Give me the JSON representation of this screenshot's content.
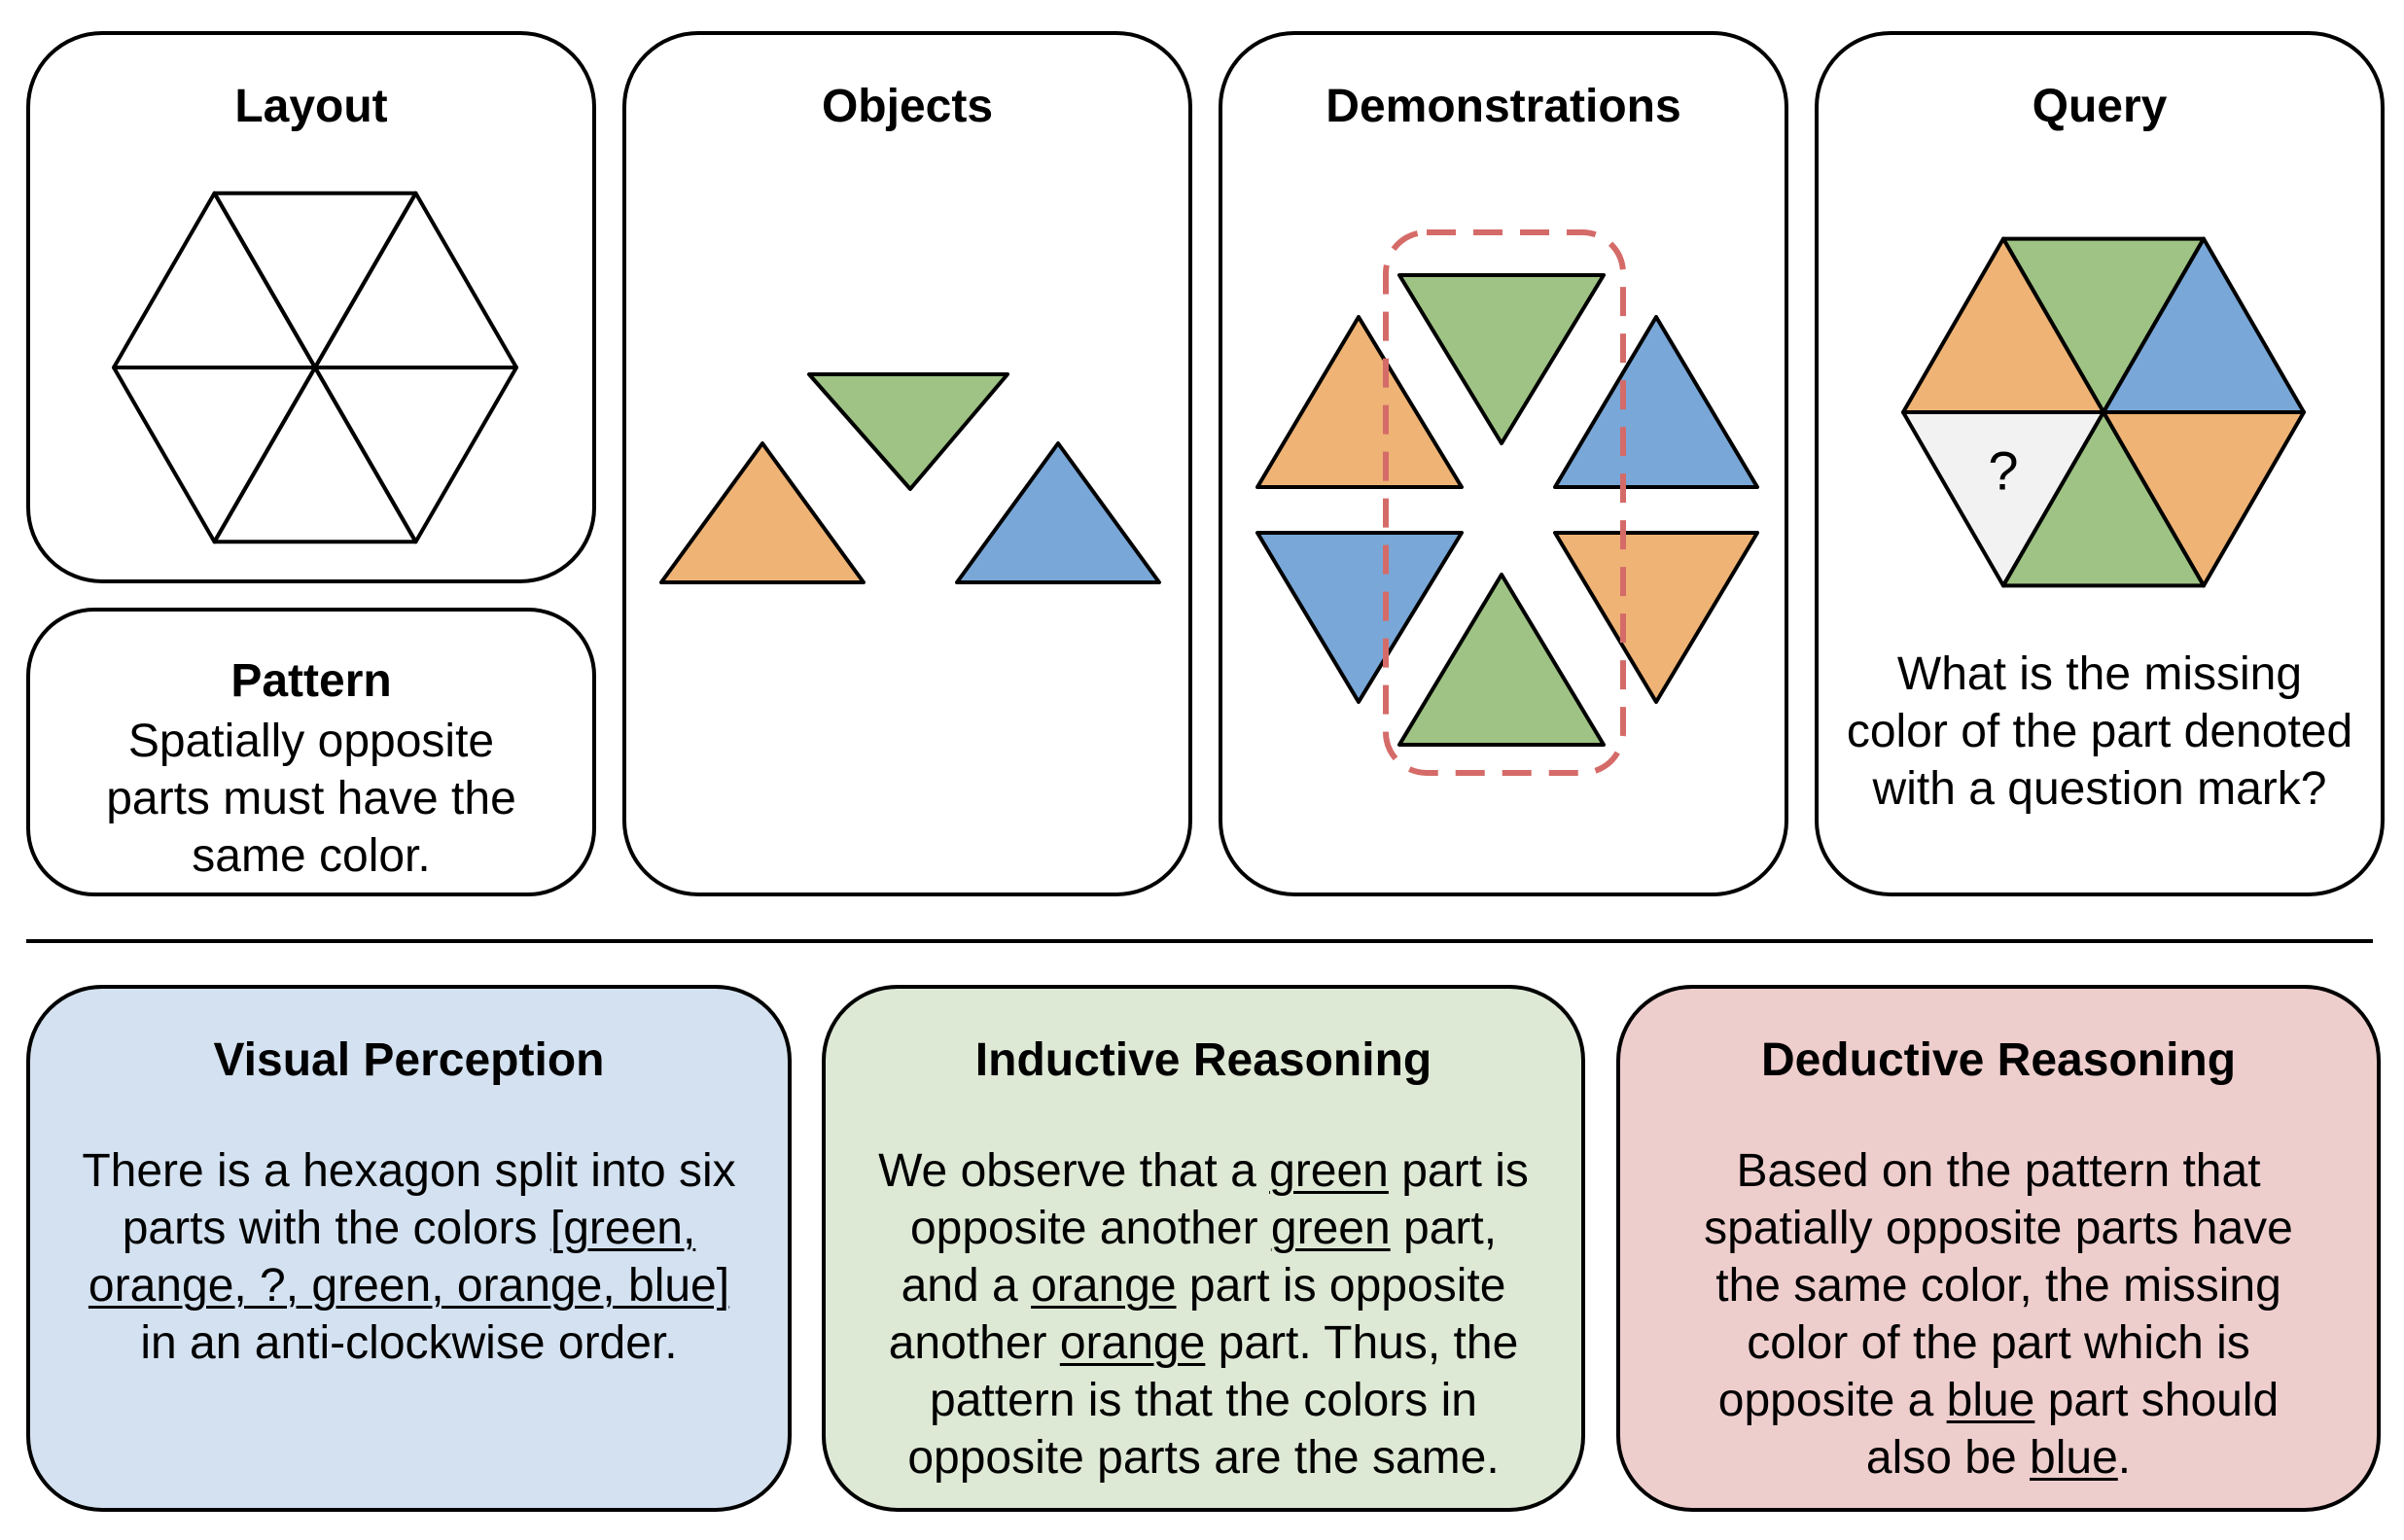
{
  "colors": {
    "green": "#9ec384",
    "orange": "#eeb375",
    "blue": "#79a7d7",
    "missing": "#f2f2f2",
    "highlight_dashed": "#d56b68",
    "perception_bg": "#d3e1f0",
    "inductive_bg": "#dde8d5",
    "deductive_bg": "#eecdcd"
  },
  "layout_panel": {
    "title": "Layout"
  },
  "pattern_panel": {
    "title": "Pattern",
    "lines": [
      "Spatially opposite",
      "parts must have the",
      "same color."
    ]
  },
  "objects_panel": {
    "title": "Objects",
    "objects": [
      {
        "color": "orange",
        "orientation": "up"
      },
      {
        "color": "green",
        "orientation": "down"
      },
      {
        "color": "blue",
        "orientation": "up"
      }
    ]
  },
  "demonstrations_panel": {
    "title": "Demonstrations",
    "parts": [
      {
        "position": "top",
        "color": "green"
      },
      {
        "position": "upper-left",
        "color": "orange"
      },
      {
        "position": "upper-right",
        "color": "blue"
      },
      {
        "position": "lower-left",
        "color": "blue"
      },
      {
        "position": "lower-right",
        "color": "orange"
      },
      {
        "position": "bottom",
        "color": "green"
      }
    ],
    "highlighted_pair": [
      "top",
      "bottom"
    ]
  },
  "query_panel": {
    "title": "Query",
    "parts": [
      {
        "position": "top",
        "color": "green"
      },
      {
        "position": "upper-left",
        "color": "orange"
      },
      {
        "position": "upper-right",
        "color": "blue"
      },
      {
        "position": "lower-left",
        "color": "missing",
        "label": "?"
      },
      {
        "position": "lower-right",
        "color": "orange"
      },
      {
        "position": "bottom",
        "color": "green"
      }
    ],
    "question_lines": [
      "What is the missing",
      "color of the part denoted",
      "with a question mark?"
    ]
  },
  "reasoning": {
    "visual_perception": {
      "title": "Visual Perception",
      "lines": [
        [
          {
            "t": "There is a hexagon split into six"
          }
        ],
        [
          {
            "t": "parts with the colors "
          },
          {
            "t": "[green,",
            "u": true
          }
        ],
        [
          {
            "t": "orange, ?, green, orange, blue]",
            "u": true
          }
        ],
        [
          {
            "t": "in an anti-clockwise order."
          }
        ]
      ]
    },
    "inductive_reasoning": {
      "title": "Inductive Reasoning",
      "lines": [
        [
          {
            "t": "We observe that a "
          },
          {
            "t": "green",
            "u": true
          },
          {
            "t": " part is"
          }
        ],
        [
          {
            "t": "opposite another "
          },
          {
            "t": "green",
            "u": true
          },
          {
            "t": " part,"
          }
        ],
        [
          {
            "t": "and a "
          },
          {
            "t": "orange",
            "u": true
          },
          {
            "t": " part is opposite"
          }
        ],
        [
          {
            "t": "another "
          },
          {
            "t": "orange",
            "u": true
          },
          {
            "t": " part. Thus, the"
          }
        ],
        [
          {
            "t": "pattern is that the colors in"
          }
        ],
        [
          {
            "t": "opposite parts are the same."
          }
        ]
      ]
    },
    "deductive_reasoning": {
      "title": "Deductive Reasoning",
      "lines": [
        [
          {
            "t": "Based on the pattern that"
          }
        ],
        [
          {
            "t": "spatially opposite parts have"
          }
        ],
        [
          {
            "t": "the same color, the missing"
          }
        ],
        [
          {
            "t": "color of the part which is"
          }
        ],
        [
          {
            "t": "opposite a "
          },
          {
            "t": "blue",
            "u": true
          },
          {
            "t": " part should"
          }
        ],
        [
          {
            "t": "also be "
          },
          {
            "t": "blue",
            "u": true
          },
          {
            "t": "."
          }
        ]
      ]
    }
  }
}
